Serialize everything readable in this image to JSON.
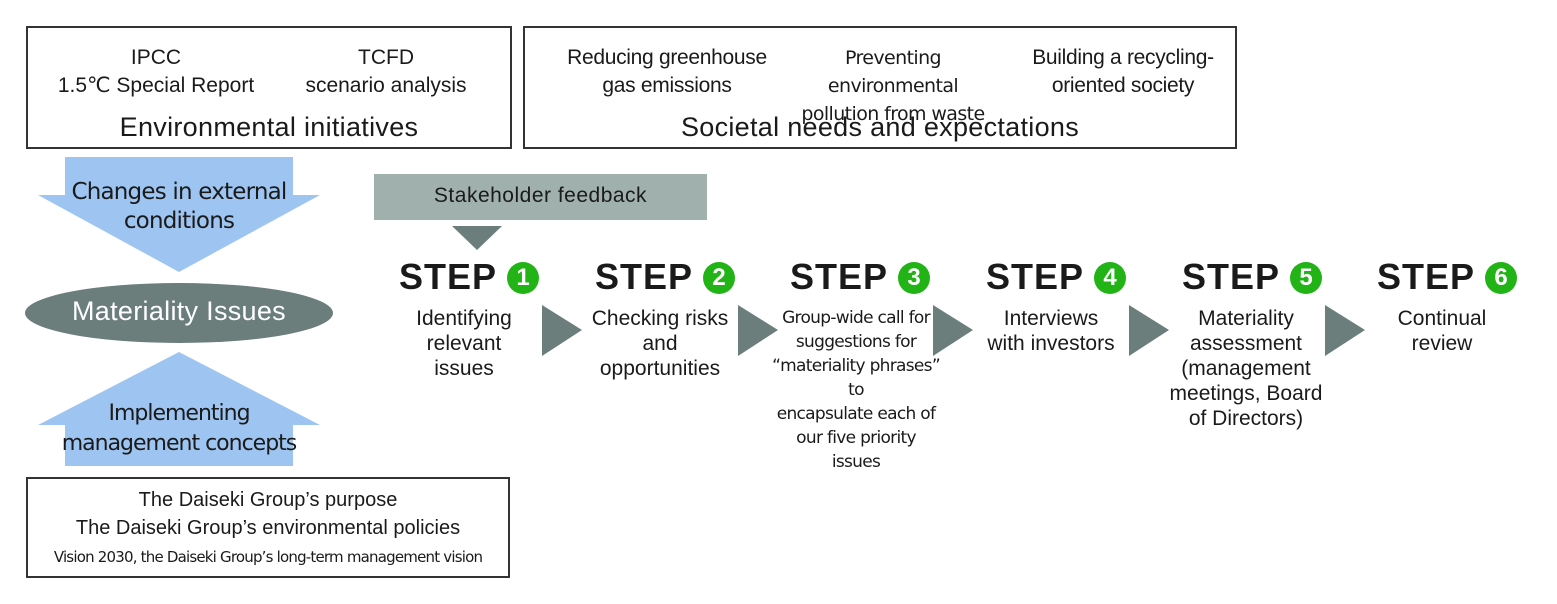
{
  "env_box": {
    "items": [
      {
        "line1": "IPCC",
        "line2": "1.5℃ Special Report"
      },
      {
        "line1": "TCFD",
        "line2": "scenario analysis"
      }
    ],
    "title": "Environmental initiatives"
  },
  "society_box": {
    "items": [
      {
        "line1": "Reducing greenhouse",
        "line2": "gas emissions"
      },
      {
        "line1": "Preventing environmental",
        "line2": "pollution from waste"
      },
      {
        "line1": "Building a recycling-",
        "line2": "oriented society"
      }
    ],
    "title": "Societal needs and expectations"
  },
  "arrow_down": {
    "line1": "Changes in external",
    "line2": "conditions"
  },
  "materiality": "Materiality Issues",
  "arrow_up": {
    "line1": "Implementing",
    "line2": "management concepts"
  },
  "purpose_box": {
    "line1": "The Daiseki Group’s purpose",
    "line2": "The Daiseki Group’s environmental policies",
    "line3": "Vision 2030, the Daiseki Group’s long-term management vision"
  },
  "stakeholder": "Stakeholder feedback",
  "step_word": "STEP",
  "steps": [
    {
      "num": "1",
      "desc": [
        "Identifying",
        "relevant",
        "issues"
      ]
    },
    {
      "num": "2",
      "desc": [
        "Checking risks",
        "and",
        "opportunities"
      ]
    },
    {
      "num": "3",
      "desc": [
        "Group-wide call for",
        "suggestions for",
        "“materiality phrases” to",
        "encapsulate each of",
        "our five priority issues"
      ]
    },
    {
      "num": "4",
      "desc": [
        "Interviews",
        "with investors"
      ]
    },
    {
      "num": "5",
      "desc": [
        "Materiality",
        "assessment",
        "(management",
        "meetings, Board",
        "of Directors)"
      ]
    },
    {
      "num": "6",
      "desc": [
        "Continual",
        "review"
      ]
    }
  ],
  "colors": {
    "arrow_blue": "#9ec5f2",
    "ellipse_gray": "#6b7e7c",
    "feedback_gray": "#9fb0ad",
    "step_arrow": "#6b7e7c",
    "step_green": "#22b317"
  }
}
